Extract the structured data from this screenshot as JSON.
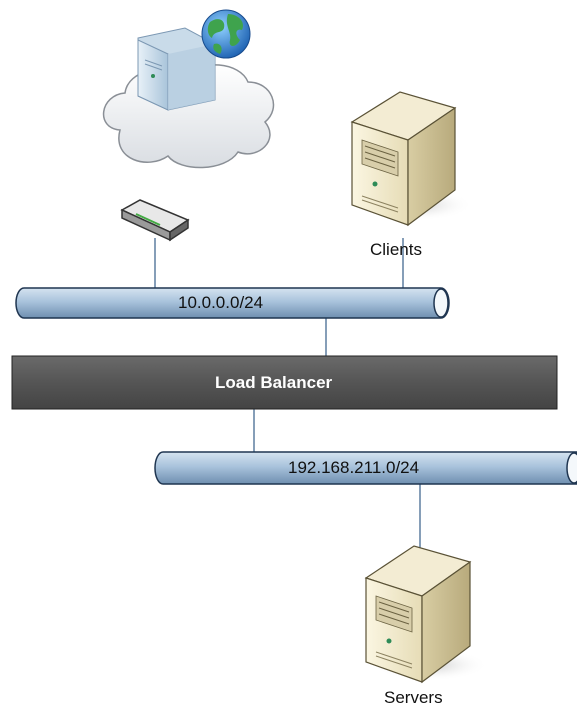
{
  "networks": {
    "public": "10.0.0.0/24",
    "private": "192.168.211.0/24"
  },
  "load_balancer": {
    "label": "Load Balancer"
  },
  "clients": {
    "label": "Clients"
  },
  "servers": {
    "label": "Servers"
  },
  "icons": [
    "internet-cloud-icon",
    "web-server-icon",
    "globe-icon",
    "router-icon",
    "client-tower-icon",
    "server-tower-icon"
  ]
}
